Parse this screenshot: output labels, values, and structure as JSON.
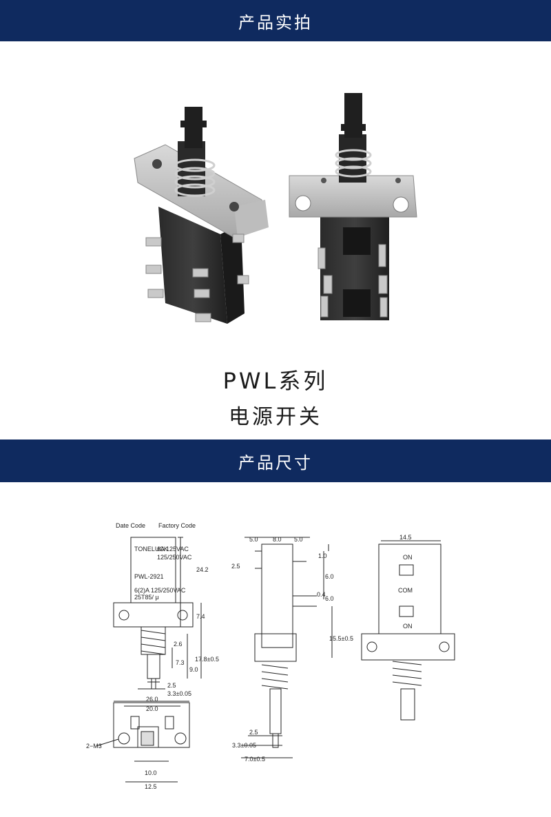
{
  "banner_photo": {
    "label": "产品实拍"
  },
  "product": {
    "series": "PWL系列",
    "name": "电源开关"
  },
  "banner_dimensions": {
    "label": "产品尺寸"
  },
  "colors": {
    "banner_bg": "#0f2a5f",
    "banner_text": "#ffffff",
    "body_bg": "#ffffff"
  },
  "drawing": {
    "date_code": "Date Code",
    "factory_code": "Factory Code",
    "brand": "TONELUCK",
    "model": "PWL-2921",
    "rating1": "6(2)A 125/250VAC",
    "rating2": "25T85/ μ",
    "rating3": "6A 125VAC",
    "rating4": "125/250VAC",
    "mount_label": "2−M3",
    "front": {
      "h_total": "24.2",
      "h_bracket": "7.4",
      "d_26": "2.6",
      "d_73": "7.3",
      "d_90": "9.0",
      "d_178": "17.8±0.5",
      "w_25": "2.5",
      "w_33": "3.3±0.05"
    },
    "bottom": {
      "w_260": "26.0",
      "w_200": "20.0",
      "w_100": "10.0",
      "w_125": "12.5"
    },
    "side": {
      "w_50a": "5.0",
      "w_80": "8.0",
      "w_50b": "5.0",
      "h_10": "1.0",
      "h_25": "2.5",
      "h_60a": "6.0",
      "h_04": "0.4",
      "h_60b": "6.0",
      "h_155": "15.5±0.5",
      "w_25": "2.5",
      "w_33": "3.3±0.05",
      "w_70": "7.0±0.5"
    },
    "back": {
      "w_145": "14.5",
      "pin_on1": "ON",
      "pin_com": "COM",
      "pin_on2": "ON"
    }
  }
}
